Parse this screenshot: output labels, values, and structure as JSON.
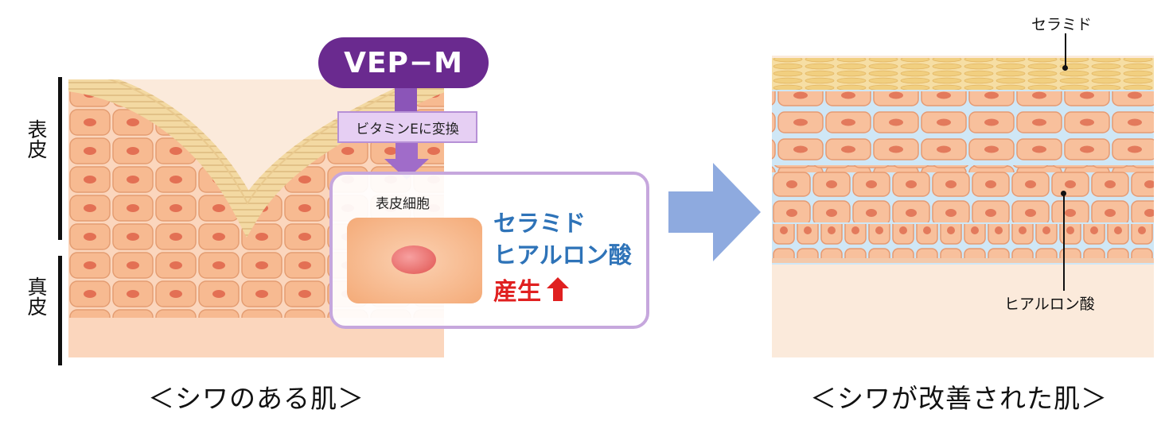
{
  "left": {
    "label_epidermis": "表皮",
    "label_dermis": "真皮",
    "caption": "＜シワのある肌＞"
  },
  "mechanism": {
    "compound": "VEP−M",
    "conversion": "ビタミンEに変換",
    "cell_label": "表皮細胞",
    "product_1": "セラミド",
    "product_2": "ヒアルロン酸",
    "result": "産生"
  },
  "right": {
    "callout_ceramide": "セラミド",
    "callout_hyaluronic": "ヒアルロン酸",
    "caption": "＜シワが改善された肌＞"
  },
  "colors": {
    "compound_pill": "#6a2a8f",
    "conversion_box": "#e6cff3",
    "cell_box_border": "#c6a7dd",
    "product_text": "#2e73b8",
    "result_text": "#e02020",
    "transition_arrow": "#8eaadf",
    "cell_fill": "#f9c39c",
    "nucleus": "#e0534f",
    "ceramide_layer": "#f4d690",
    "hyaluronic_fill": "#cfe7f6",
    "dermis": "#fbe9da"
  },
  "icons": {
    "flow_arrow": "down-arrow-icon",
    "increase": "up-arrow-icon",
    "transition": "right-arrow-icon"
  }
}
